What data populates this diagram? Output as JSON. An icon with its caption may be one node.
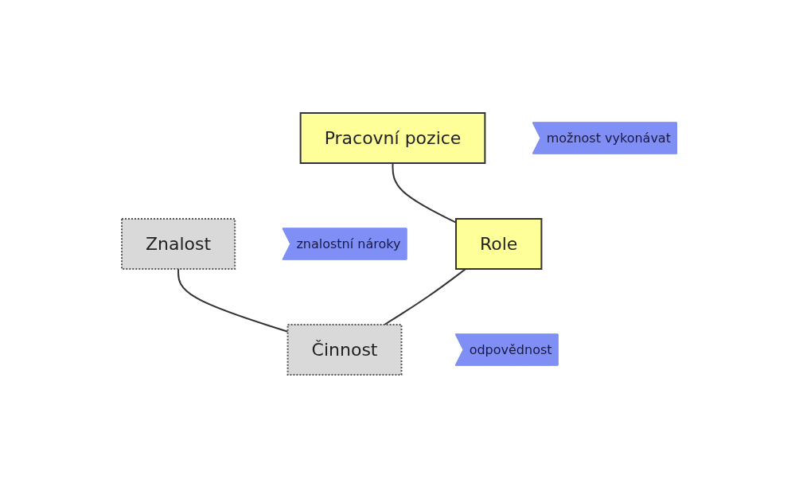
{
  "diagram": {
    "nodes": [
      {
        "text": [
          "Pracovní pozice"
        ]
      },
      {
        "text": [
          "Znalost"
        ]
      },
      {
        "text": [
          "možnost vykonávat"
        ]
      },
      {
        "text": [
          "znalostní nároky"
        ]
      },
      {
        "text": [
          "Role"
        ]
      },
      {
        "text": [
          "Činnost"
        ]
      },
      {
        "text": [
          "odpovědnost"
        ]
      }
    ],
    "edges": [
      {
        "from": 0,
        "to": 4,
        "arrow": "none"
      },
      {
        "from": 1,
        "to": 5,
        "arrow": "none"
      },
      {
        "from": 4,
        "to": 5,
        "arrow": "none"
      }
    ]
  }
}
